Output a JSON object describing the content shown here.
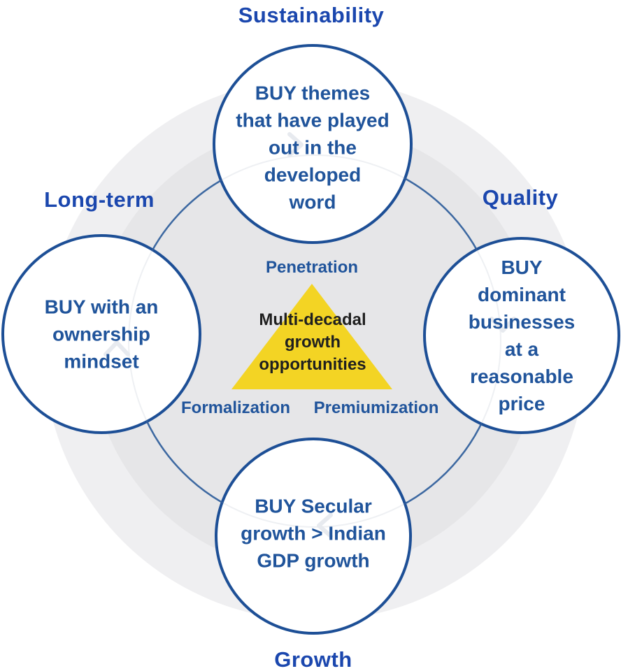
{
  "title_labels": {
    "top": "Sustainability",
    "left": "Long-term",
    "right": "Quality",
    "bottom": "Growth"
  },
  "circles": {
    "top": "BUY themes\nthat have played\nout in the\ndeveloped\nword",
    "left": "BUY with an\nownership\nmindset",
    "right": "BUY\ndominant\nbusinesses at a\nreasonable\nprice",
    "bottom": "BUY Secular\ngrowth > Indian\nGDP growth"
  },
  "center": {
    "triangle_label": "Multi-decadal\ngrowth\nopportunities",
    "driver_top": "Penetration",
    "driver_bottom_left": "Formalization",
    "driver_bottom_right": "Premiumization"
  },
  "colors": {
    "label_blue": "#1b47ae",
    "circle_text_blue": "#20549b",
    "circle_border_blue": "#1d4f96",
    "ring_blue": "#2e5f9e",
    "triangle_yellow": "#f3d424",
    "triangle_text": "#1f1f1f",
    "outer_disc_gray": "#efeff1",
    "inner_disc_gray": "#e6e6e8"
  }
}
